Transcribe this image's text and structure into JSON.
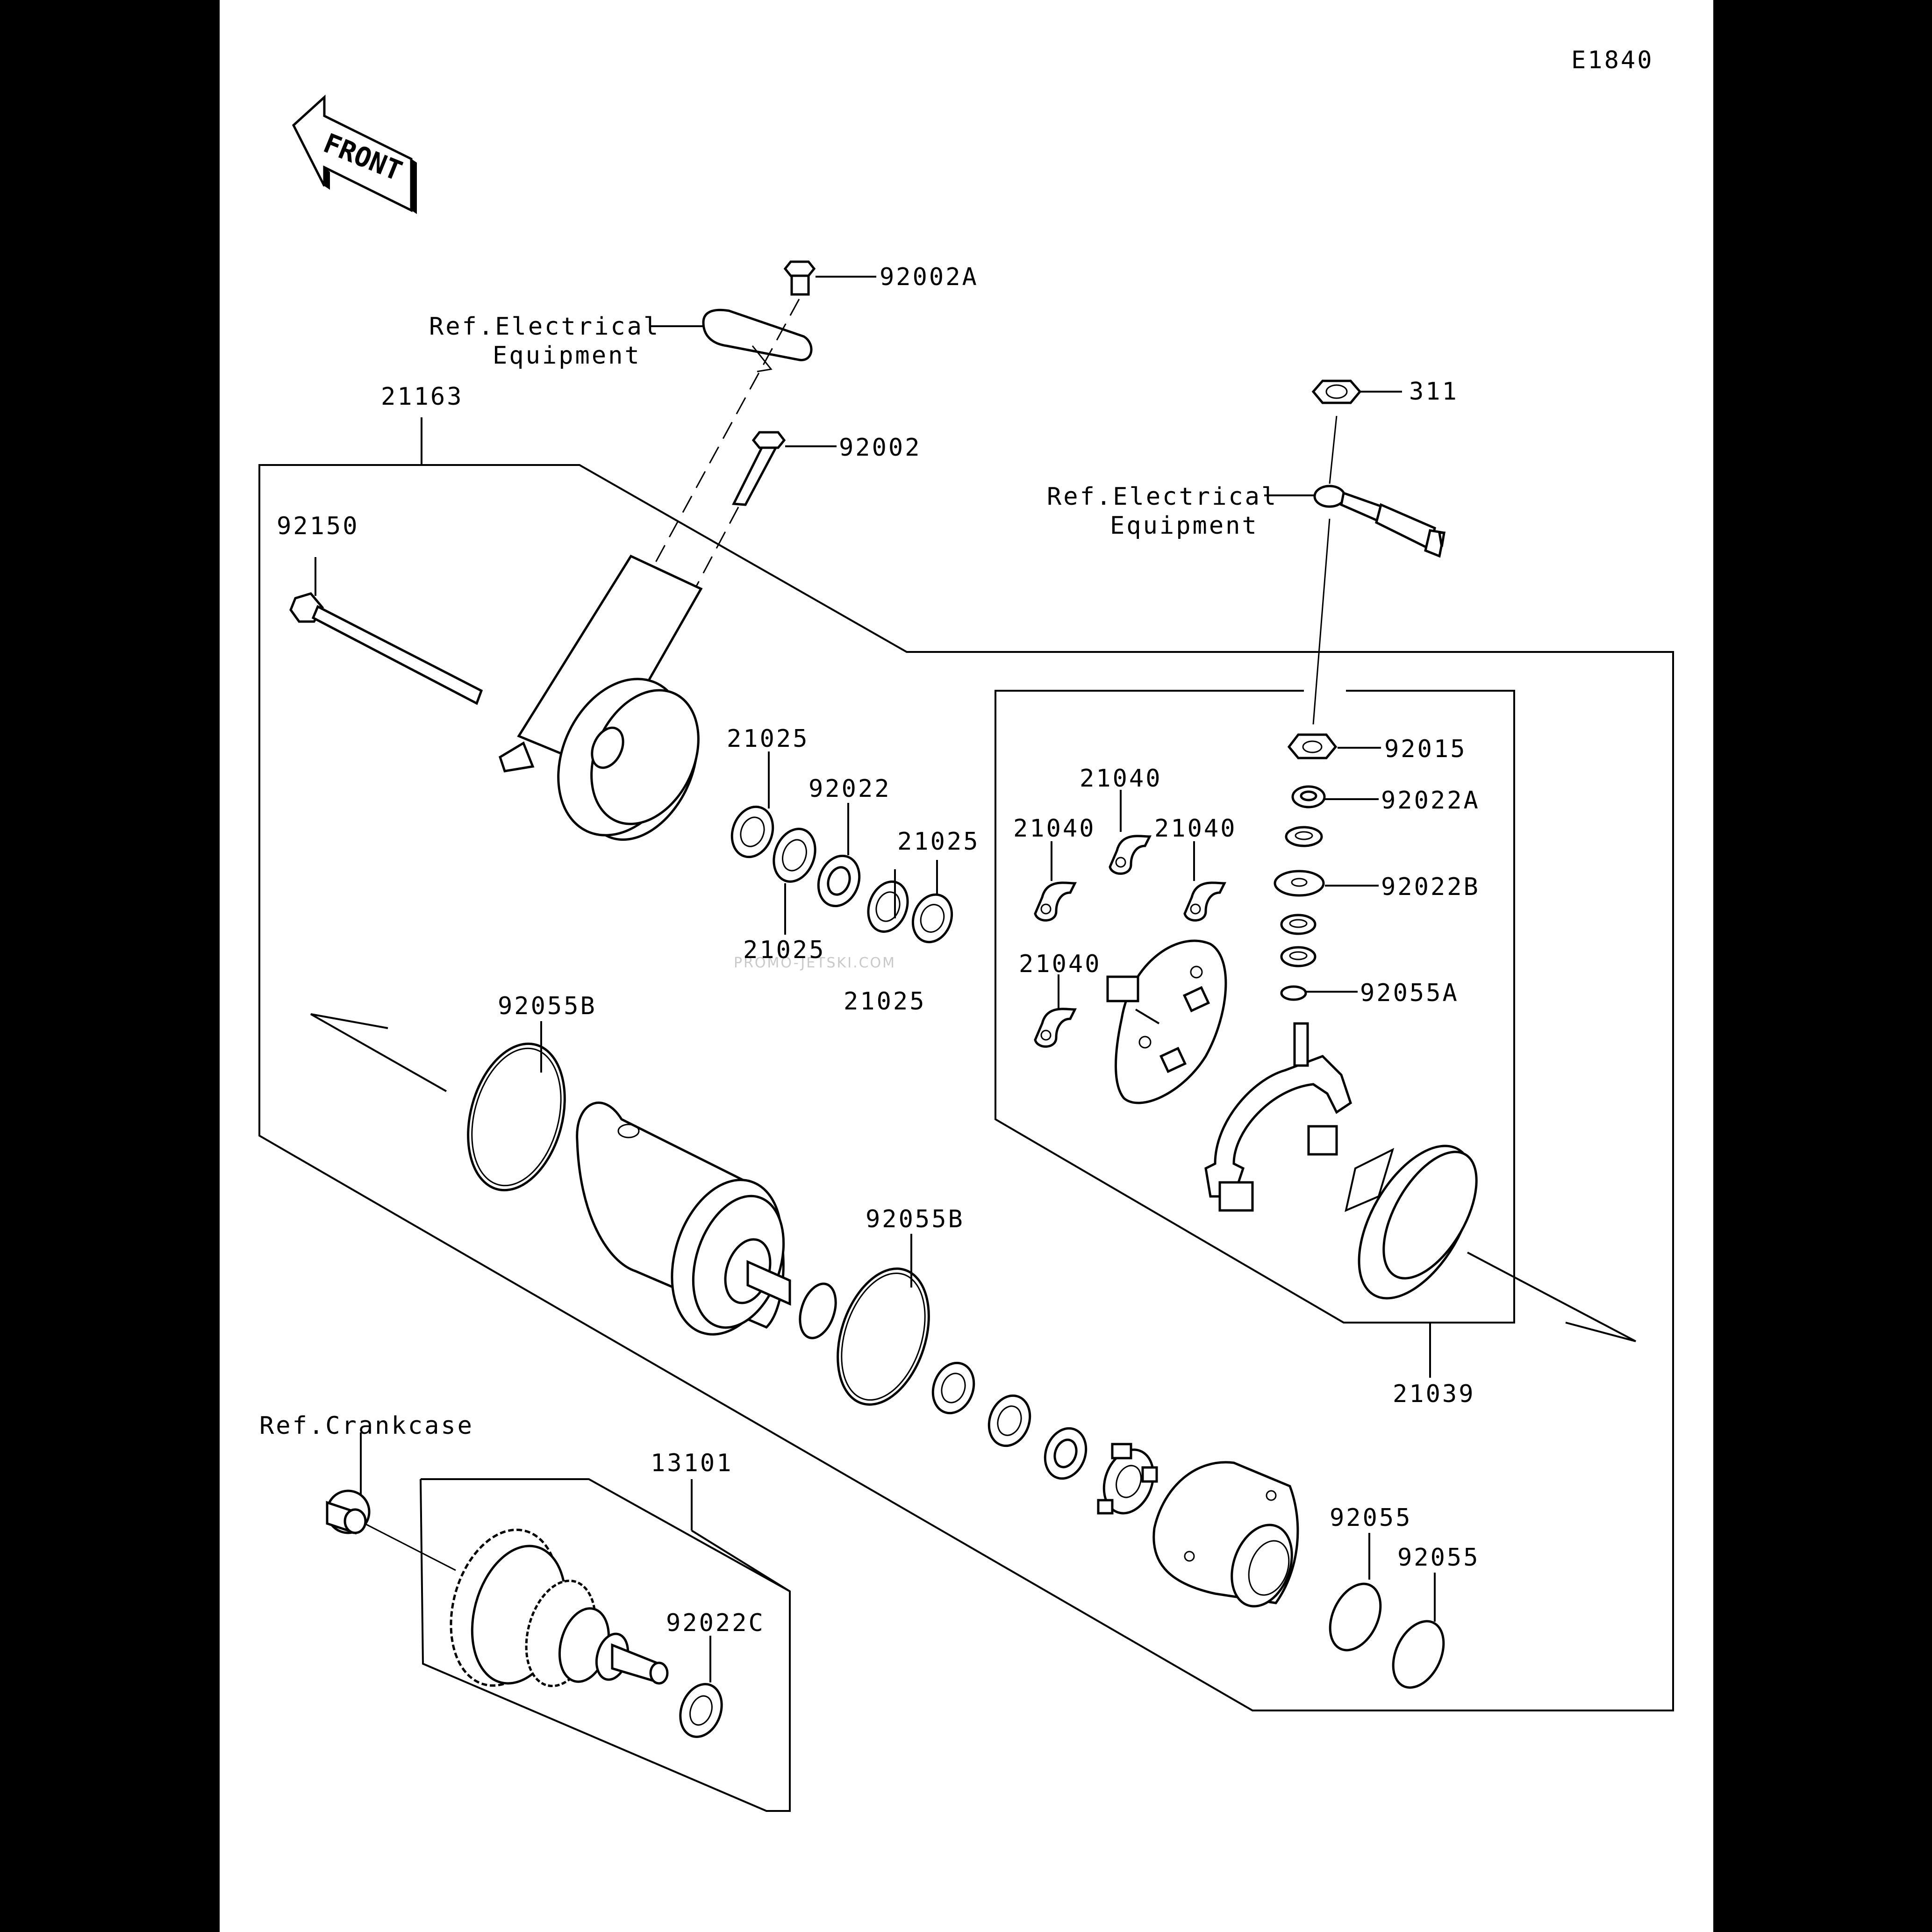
{
  "diagram_code": "E1840",
  "front_label": "FRONT",
  "watermark": "PROMO-JETSKI.COM",
  "labels": {
    "p92002A": "92002A",
    "refElec1a": "Ref.Electrical",
    "refElec1b": "Equipment",
    "p21163": "21163",
    "p92002": "92002",
    "p92150": "92150",
    "p311": "311",
    "refElec2a": "Ref.Electrical",
    "refElec2b": "Equipment",
    "p21025a": "21025",
    "p92022": "92022",
    "p21025b": "21025",
    "p21025c": "21025",
    "p21025d": "21025",
    "p21040a": "21040",
    "p21040b": "21040",
    "p21040c": "21040",
    "p21040d": "21040",
    "p92015": "92015",
    "p92022A": "92022A",
    "p92022B": "92022B",
    "p92055A": "92055A",
    "p92055Ba": "92055B",
    "p92055Bb": "92055B",
    "p21039": "21039",
    "refCrank": "Ref.Crankcase",
    "p13101": "13101",
    "p92022C": "92022C",
    "p92055a": "92055",
    "p92055b": "92055"
  }
}
